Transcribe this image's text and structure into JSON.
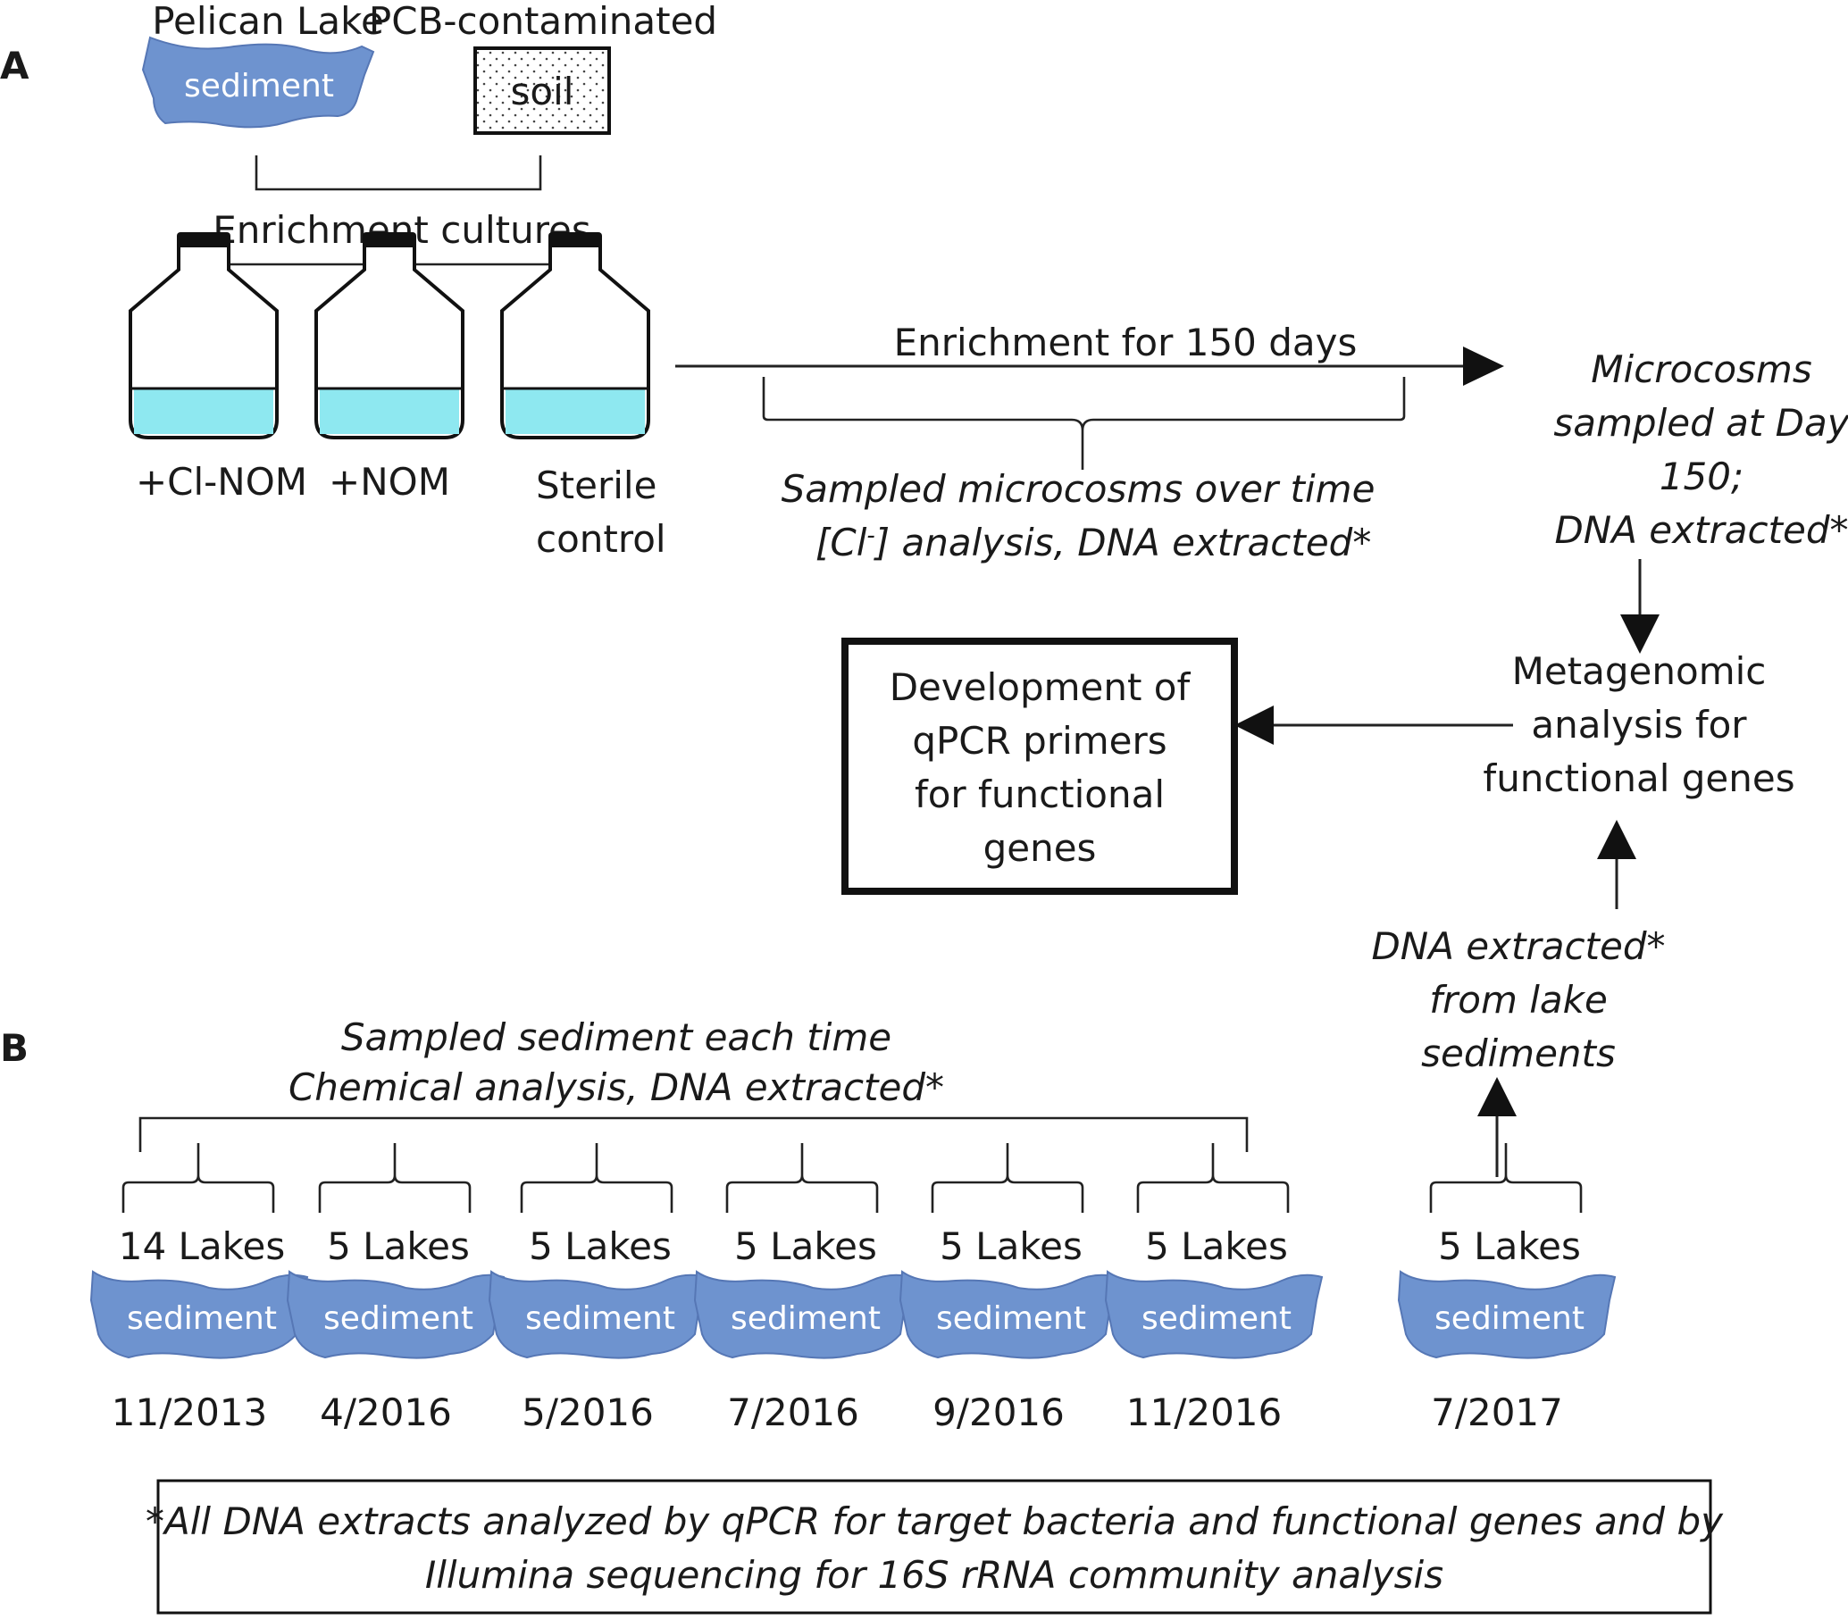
{
  "panels": {
    "a": "A",
    "b": "B"
  },
  "sources": {
    "lake_title": "Pelican Lake",
    "lake_label": "sediment",
    "soil_title": "PCB-contaminated",
    "soil_label": "soil"
  },
  "enrichment": {
    "title": "Enrichment cultures",
    "bottles": [
      {
        "label_lines": [
          "+Cl-NOM"
        ]
      },
      {
        "label_lines": [
          "+NOM"
        ]
      },
      {
        "label_lines": [
          "Sterile",
          "control"
        ]
      }
    ],
    "arrow_label": "Enrichment for 150 days",
    "sampling_lines": [
      "Sampled microcosms over time",
      "[Cl",
      "-",
      "] analysis, DNA extracted*"
    ]
  },
  "microcosms_lines": [
    "Microcosms",
    "sampled at Day",
    "150;",
    "DNA extracted*"
  ],
  "metagenomic_lines": [
    "Metagenomic",
    "analysis for",
    "functional genes"
  ],
  "qpcr_lines": [
    "Development of",
    "qPCR primers",
    "for functional",
    "genes"
  ],
  "lake_dna_lines": [
    "DNA extracted*",
    "from lake",
    "sediments"
  ],
  "field": {
    "header_lines": [
      "Sampled sediment each time",
      "Chemical analysis, DNA extracted*"
    ],
    "blob_label": "sediment",
    "samples": [
      {
        "lakes": "14 Lakes",
        "date": "11/2013"
      },
      {
        "lakes": "5 Lakes",
        "date": "4/2016"
      },
      {
        "lakes": "5 Lakes",
        "date": "5/2016"
      },
      {
        "lakes": "5 Lakes",
        "date": "7/2016"
      },
      {
        "lakes": "5 Lakes",
        "date": "9/2016"
      },
      {
        "lakes": "5 Lakes",
        "date": "11/2016"
      },
      {
        "lakes": "5 Lakes",
        "date": "7/2017"
      }
    ]
  },
  "footnote_lines": [
    "*All DNA extracts analyzed by qPCR for target bacteria and functional genes and by",
    "Illumina sequencing for 16S rRNA community analysis"
  ],
  "colors": {
    "sediment": "#6e93cf",
    "medium": "#8ee8f0",
    "ink": "#1a1a1a"
  }
}
